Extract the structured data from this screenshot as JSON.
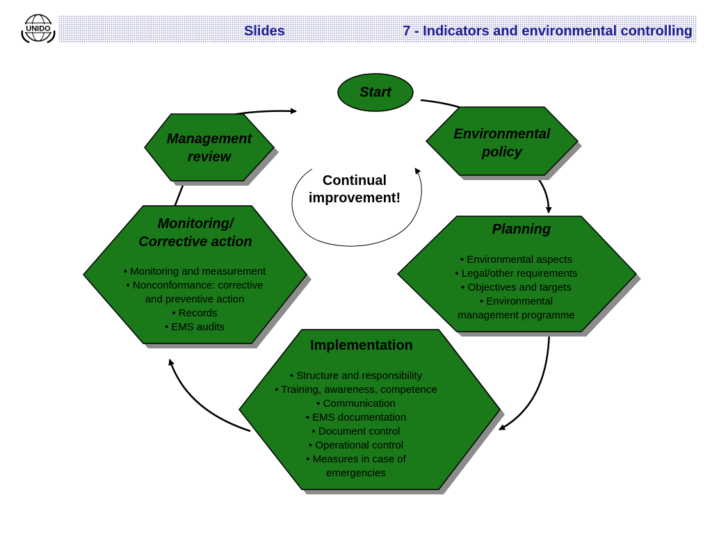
{
  "header": {
    "logo_text": "UNIDO",
    "slides_label": "Slides",
    "title": "7 - Indicators and environmental controlling"
  },
  "colors": {
    "shape_fill": "#1a7a1a",
    "shape_shadow": "#8c8c8c",
    "header_text": "#1c1c8c",
    "arrow": "#000000"
  },
  "diagram": {
    "start": "Start",
    "policy": {
      "title_1": "Environmental",
      "title_2": "policy"
    },
    "planning": {
      "title": "Planning",
      "items": [
        "• Environmental aspects",
        "• Legal/other requirements",
        "• Objectives and targets",
        "• Environmental",
        "management programme"
      ]
    },
    "implementation": {
      "title": "Implementation",
      "items": [
        "• Structure and responsibility",
        "• Training, awareness, competence",
        "• Communication",
        "• EMS documentation",
        "• Document control",
        "• Operational control",
        "• Measures in case of",
        "emergencies"
      ]
    },
    "monitoring": {
      "title_1": "Monitoring/",
      "title_2": "Corrective action",
      "items": [
        "• Monitoring and measurement",
        "• Nonconformance: corrective",
        "and preventive action",
        "• Records",
        "• EMS audits"
      ]
    },
    "review": {
      "title_1": "Management",
      "title_2": "review"
    },
    "center": {
      "line_1": "Continual",
      "line_2": "improvement!"
    }
  }
}
